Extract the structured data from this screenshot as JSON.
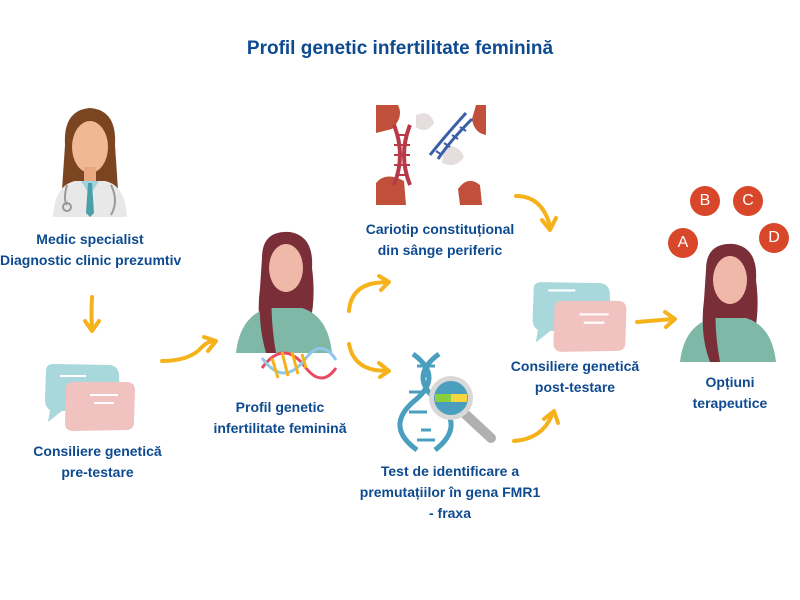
{
  "title": "Profil genetic  infertilitate feminină",
  "colors": {
    "text": "#0d4a8f",
    "arrow": "#f5b21b",
    "bubble_back": "#a8d8dc",
    "bubble_front": "#f0c2c0",
    "hair": "#7a2e38",
    "shirt": "#7fb8a6",
    "option_badge": "#d9472b"
  },
  "nodes": {
    "doctor": {
      "icon": "doctor-icon",
      "lines": [
        "Medic specialist",
        "Diagnostic clinic prezumtiv"
      ]
    },
    "pre_counsel": {
      "icon": "speech-bubbles-icon",
      "lines": [
        "Consiliere genetică",
        "pre-testare"
      ]
    },
    "profile": {
      "icon": "woman-dna-icon",
      "lines": [
        "Profil genetic",
        "infertilitate feminină"
      ]
    },
    "karyotype": {
      "icon": "blood-dna-icon",
      "lines": [
        "Cariotip constituțional",
        "din sânge periferic"
      ]
    },
    "fmr1": {
      "icon": "dna-magnifier-icon",
      "lines": [
        "Test de identificare a",
        "premutațiilor în gena FMR1",
        "- fraxa"
      ]
    },
    "post_counsel": {
      "icon": "speech-bubbles-icon",
      "lines": [
        "Consiliere genetică",
        "post-testare"
      ]
    },
    "options": {
      "icon": "woman-options-icon",
      "lines": [
        "Opțiuni",
        "terapeutice"
      ],
      "badges": [
        "A",
        "B",
        "C",
        "D"
      ]
    }
  }
}
